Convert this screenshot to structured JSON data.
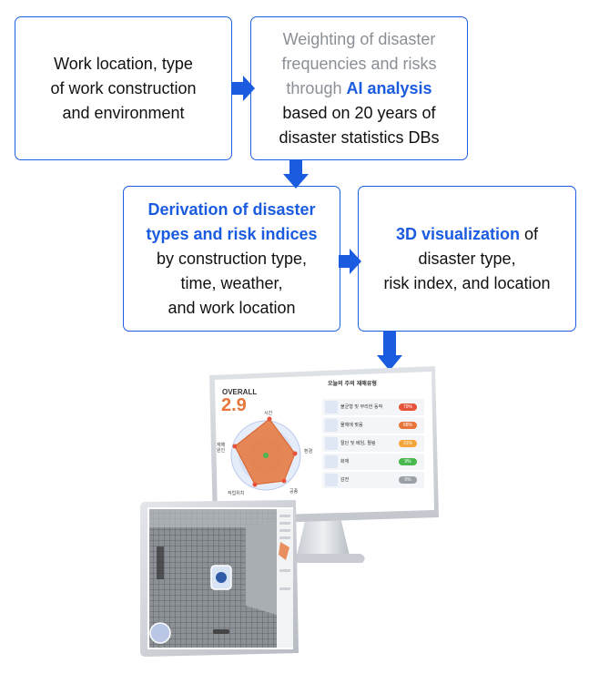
{
  "boxes": {
    "box1": {
      "line1": "Work location, type",
      "line2": "of work construction",
      "line3": "and environment"
    },
    "box2": {
      "line1": "Weighting of disaster",
      "line2": "frequencies and risks",
      "line3_pre": "through ",
      "line3_hl": "AI analysis",
      "line4": "based on 20 years of",
      "line5": "disaster statistics DBs"
    },
    "box3": {
      "hl1": "Derivation of disaster",
      "hl2": "types and risk indices",
      "line3": "by construction type,",
      "line4": "time, weather,",
      "line5": "and work location"
    },
    "box4": {
      "hl": "3D visualization",
      "line1_post": " of",
      "line2": "disaster type,",
      "line3": "risk index, and location"
    }
  },
  "monitor": {
    "overall_label": "OVERALL",
    "overall_value": "2.9",
    "panel_title": "오늘의 주의 재해유형",
    "items": [
      {
        "label": "불균형 및 무리한 동작",
        "badge": "79%"
      },
      {
        "label": "물체에 맞음",
        "badge": "68%"
      },
      {
        "label": "절단 및 베임, 찔림",
        "badge": "31%"
      },
      {
        "label": "화재",
        "badge": "9%"
      },
      {
        "label": "감전",
        "badge": "0%"
      }
    ],
    "radar_labels": {
      "top": "시간",
      "left": "재해\n원인",
      "right": "환경",
      "bottom_left": "작업위치",
      "bottom_right": "공종"
    }
  },
  "colors": {
    "accent": "#1a5be0",
    "orange": "#e8753a",
    "red": "#e5533a",
    "amber": "#f3a53a",
    "green": "#49b84e",
    "gray": "#9aa0a6"
  }
}
